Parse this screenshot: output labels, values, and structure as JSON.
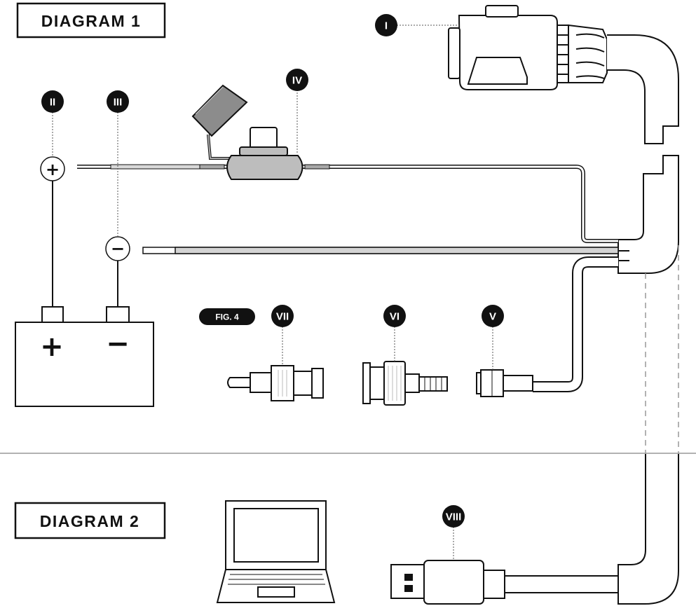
{
  "diagram1": {
    "title": "DIAGRAM 1"
  },
  "diagram2": {
    "title": "DIAGRAM 2"
  },
  "fig_label": "FIG. 4",
  "badges": {
    "i": "I",
    "ii": "II",
    "iii": "III",
    "iv": "IV",
    "v": "V",
    "vi": "VI",
    "vii": "VII",
    "viii": "VIII"
  },
  "battery": {
    "positive_symbol": "+",
    "negative_symbol": "−"
  },
  "terminals": {
    "positive_symbol": "+",
    "negative_symbol": "−"
  },
  "colors": {
    "line": "#111111",
    "wire_fill": "#d9d9d9",
    "badge": "#111111",
    "divider": "#999999"
  }
}
